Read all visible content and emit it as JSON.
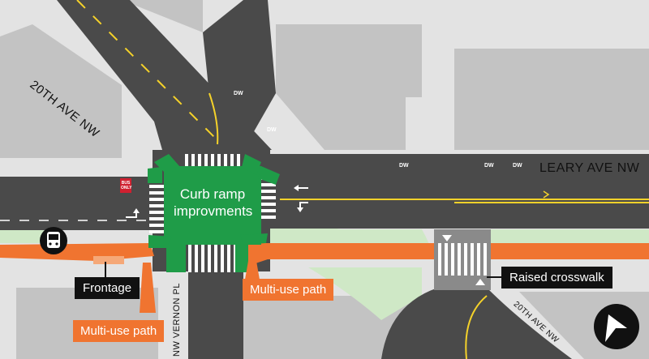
{
  "streets": {
    "twentieth_ave_nw_north": "20TH AVE NW",
    "leary_ave_nw": "LEARY AVE NW",
    "nw_vernon_pl": "NW VERNON PL",
    "twentieth_ave_nw_south": "20TH AVE NW"
  },
  "callouts": {
    "curb_ramp": "Curb ramp improvments",
    "curb_ramp_line1": "Curb ramp",
    "curb_ramp_line2": "improvments",
    "frontage": "Frontage",
    "multi_use_path_left": "Multi-use path",
    "multi_use_path_center": "Multi-use path",
    "raised_crosswalk": "Raised crosswalk"
  },
  "markings": {
    "driveway": "DW",
    "bus_only": "BUS ONLY"
  },
  "icons": {
    "bus_stop": "bus-icon",
    "north_arrow": "north-arrow-icon"
  },
  "colors": {
    "road": "#4a4a4a",
    "sidewalk": "#e6e6e6",
    "building": "#c3c3c3",
    "multi_use_path": "#f07430",
    "landscape": "#cfe8c6",
    "curb_ramp": "#1f9c48",
    "bus_lane": "#d02030",
    "centerline": "#f5d22a"
  }
}
